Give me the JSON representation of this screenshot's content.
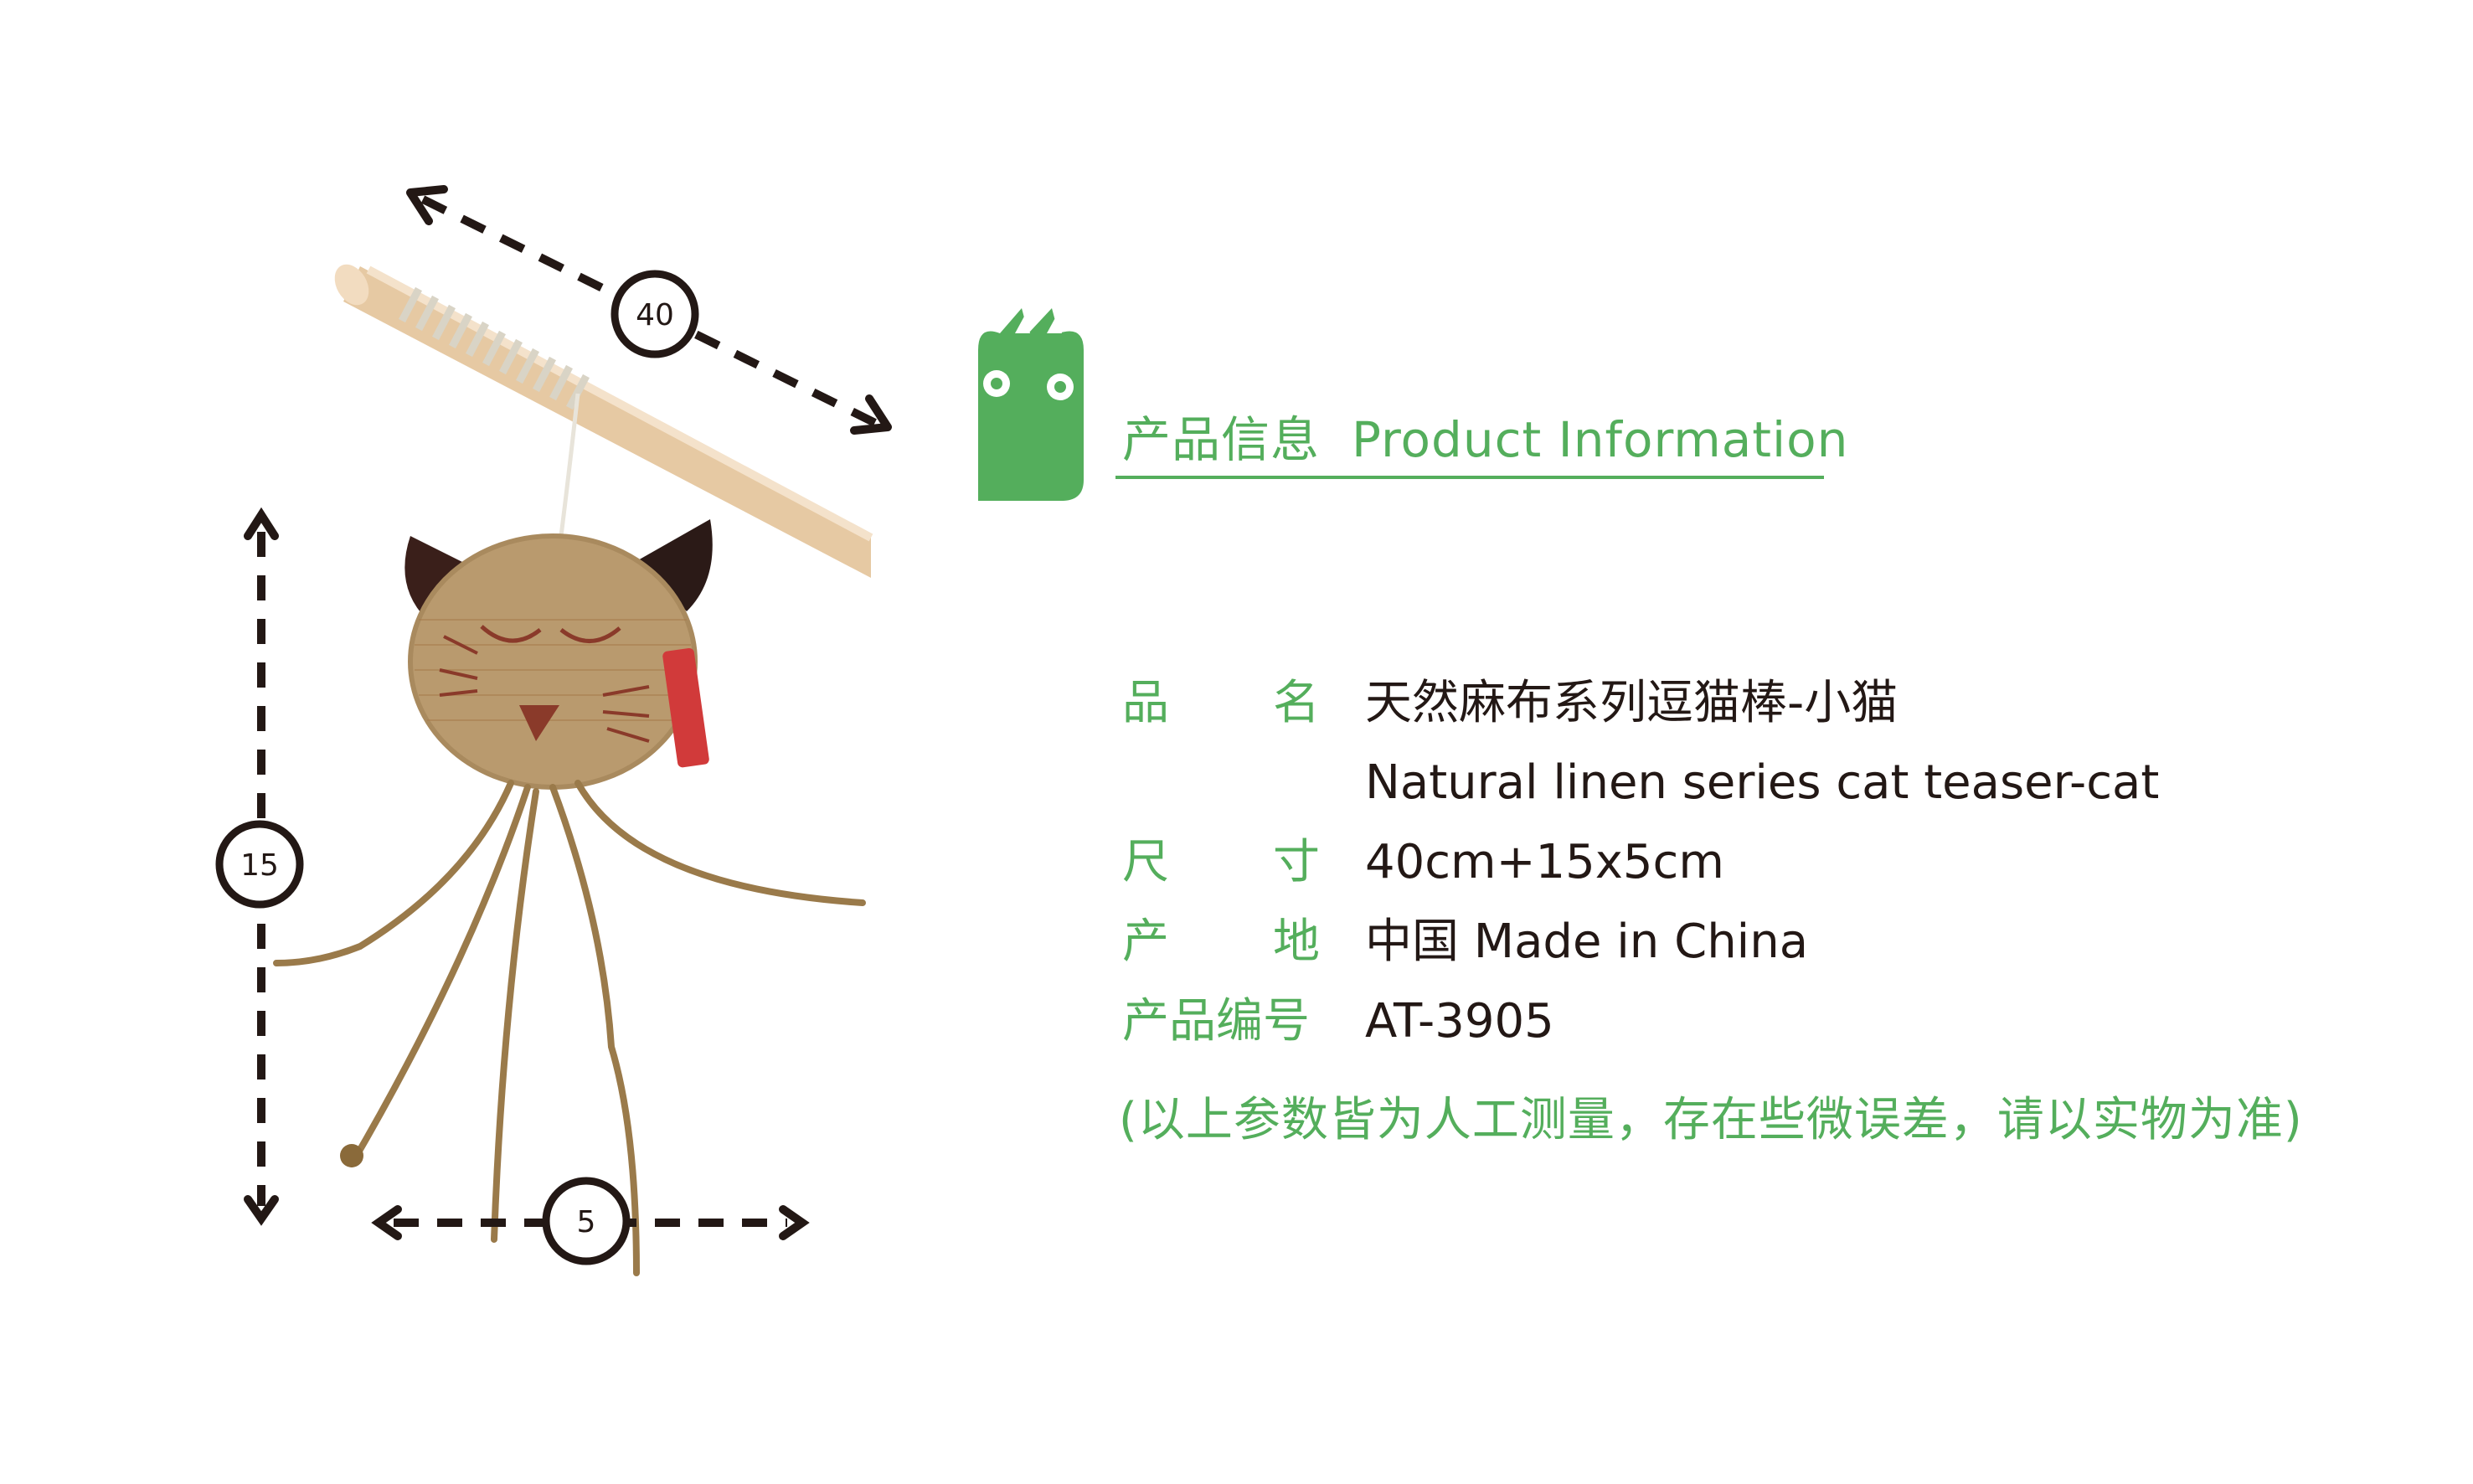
{
  "colors": {
    "accent_green": "#54ae5c",
    "text_dark": "#231815"
  },
  "dimensions": {
    "length": "40",
    "height": "15",
    "width": "5"
  },
  "header": {
    "title_cn": "产品信息",
    "title_en": "Product Information",
    "logo_icon": "green-cat-head-icon"
  },
  "info": {
    "name": {
      "label_char1": "品",
      "label_char2": "名",
      "value_cn": "天然麻布系列逗猫棒-小猫",
      "value_en": "Natural linen series cat teaser-cat"
    },
    "size": {
      "label_char1": "尺",
      "label_char2": "寸",
      "value": "40cm+15x5cm"
    },
    "origin": {
      "label_char1": "产",
      "label_char2": "地",
      "value": "中国 Made in China"
    },
    "code": {
      "label": "产品编号",
      "value": "AT-3905"
    }
  },
  "note": "(以上参数皆为人工测量，存在些微误差，请以实物为准)"
}
